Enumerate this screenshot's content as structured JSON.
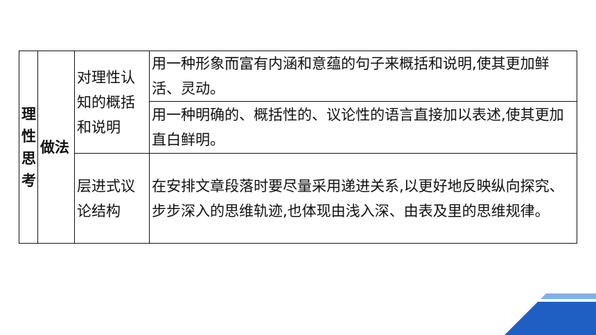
{
  "table": {
    "category": [
      "理",
      "性",
      "思",
      "考"
    ],
    "method_label": "做法",
    "groups": [
      {
        "label": "对理性认知的概括和说明",
        "rows": [
          "用一种形象而富有内涵和意蕴的句子来概括和说明,使其更加鲜活、灵动。",
          "用一种明确的、概括性的、议论性的语言直接加以表述,使其更加直白鲜明。"
        ]
      },
      {
        "label": "层进式议论结构",
        "rows": [
          "在安排文章段落时要尽量采用递进关系,以更好地反映纵向探究、步步深入的思维轨迹,也体现由浅入深、由表及里的思维规律。"
        ]
      }
    ]
  },
  "colors": {
    "border": "#111111",
    "accent_dark": "#1f5fc4",
    "accent_light": "#7fb0e6"
  }
}
